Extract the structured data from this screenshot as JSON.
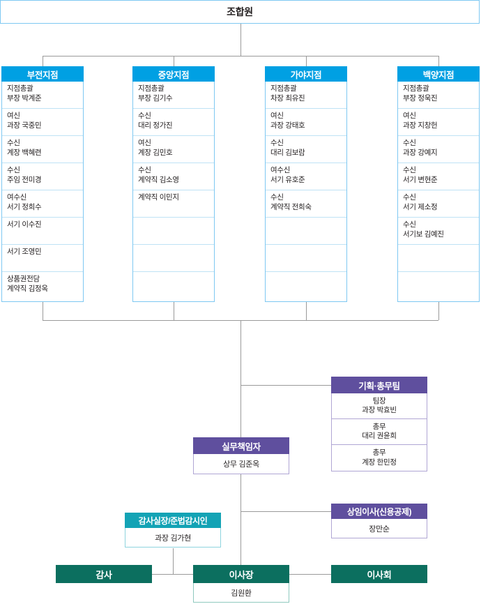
{
  "top": {
    "label": "조합원"
  },
  "branches": [
    {
      "name": "부전지점",
      "rows": [
        "지점총괄\n부장 박계준",
        "여신\n과장 국중민",
        "수신\n계장 백혜련",
        "수신\n주임  전미경",
        "여수신\n서기 정희수",
        "서기 이수진",
        "서기 조영민",
        "상품권전담\n계약직 김정옥"
      ]
    },
    {
      "name": "중앙지점",
      "rows": [
        "지점총괄\n부장 김기수",
        "수신\n대리 정가진",
        "여신\n계장 김민호",
        "수신\n계약직 김소영",
        "계약직 이민지",
        "",
        "",
        ""
      ]
    },
    {
      "name": "가야지점",
      "rows": [
        "지점총괄\n차장 최유진",
        "여신\n과장 강태호",
        "수신\n대리 김보람",
        "여수신\n서기 유호준",
        "수신\n계약직 전희숙",
        "",
        "",
        ""
      ]
    },
    {
      "name": "백양지점",
      "rows": [
        "지점총괄\n부장 정욱진",
        "여신\n과장 지창헌",
        "수신\n과장 강예지",
        "수신\n서기 변현준",
        "수신\n서기 제소정",
        "수신\n서기보 김예진",
        "",
        ""
      ]
    }
  ],
  "team": {
    "name": "기획·총무팀",
    "rows": [
      {
        "role": "팀장",
        "person": "과장 박효빈"
      },
      {
        "role": "총무",
        "person": "대리 권윤희"
      },
      {
        "role": "총무",
        "person": "계장 한민정"
      }
    ]
  },
  "pm": {
    "name": "실무책임자",
    "person": "상무 김준옥"
  },
  "exec": {
    "name": "상임이사(신용공제)",
    "person": "장만순"
  },
  "audit_office": {
    "name": "감사실장/준법감시인",
    "person": "과장 김가현"
  },
  "gamsa": {
    "name": "감사"
  },
  "board": {
    "name": "이사회"
  },
  "chairman": {
    "name": "이사장",
    "person": "김원환"
  },
  "colors": {
    "branch_header": "#00a0e3",
    "branch_border": "#7ec8f2",
    "purple": "#5f4f9e",
    "teal": "#13a3b5",
    "green": "#0c6f5f",
    "connector": "#9a9a9a"
  }
}
